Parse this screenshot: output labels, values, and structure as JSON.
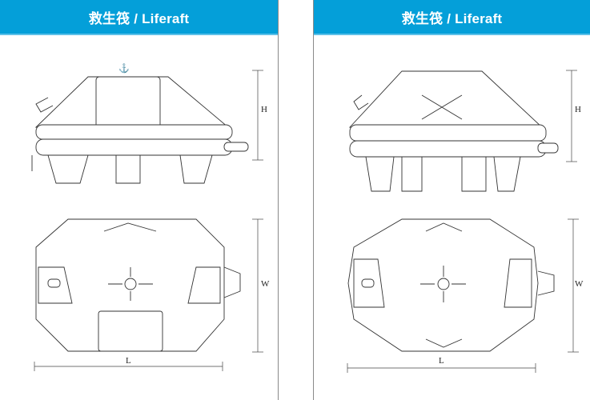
{
  "panels": [
    {
      "title": "救生筏 / Liferaft",
      "dims": {
        "height": "H",
        "width": "W",
        "length": "L"
      }
    },
    {
      "title": "救生筏 / Liferaft",
      "dims": {
        "height": "H",
        "width": "W",
        "length": "L"
      }
    }
  ]
}
